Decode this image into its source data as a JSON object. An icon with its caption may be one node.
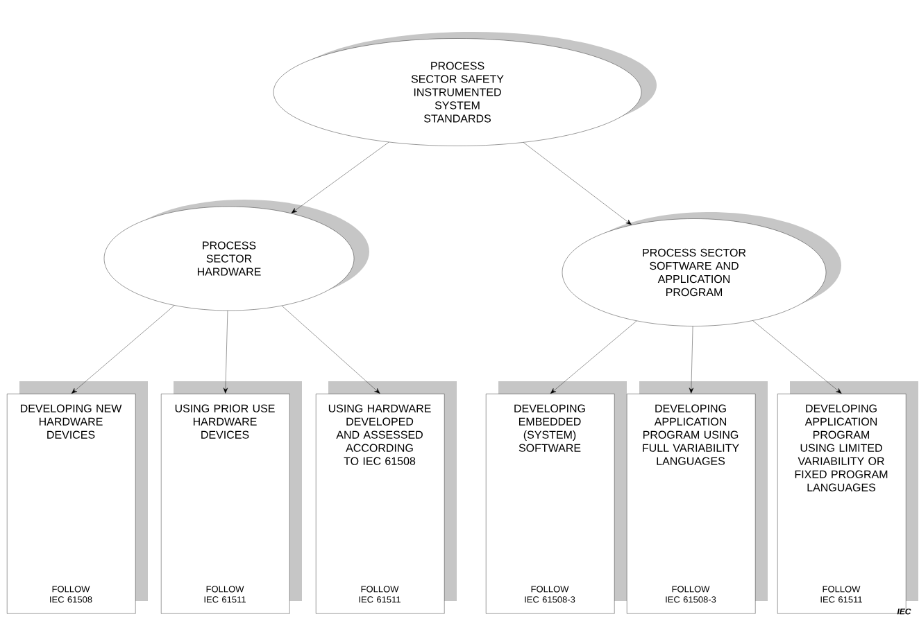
{
  "diagram": {
    "nodes": [
      {
        "text": [
          "PROCESS SECTOR SAFETY INSTRUMENTED SYSTEM STANDARDS"
        ]
      },
      {
        "text": [
          "PROCESS SECTOR HARDWARE"
        ]
      },
      {
        "text": [
          "PROCESS SECTOR SOFTWARE AND APPLICATION PROGRAM"
        ]
      },
      {
        "text": [
          "DEVELOPING NEW HARDWARE DEVICES",
          "FOLLOW IEC 61508"
        ]
      },
      {
        "text": [
          "USING PRIOR USE HARDWARE DEVICES",
          "FOLLOW IEC 61511"
        ]
      },
      {
        "text": [
          "USING HARDWARE DEVELOPED AND ASSESSED ACCORDING TO IEC 61508",
          "FOLLOW IEC 61511"
        ]
      },
      {
        "text": [
          "DEVELOPING EMBEDDED (SYSTEM) SOFTWARE",
          "FOLLOW IEC 61508-3"
        ]
      },
      {
        "text": [
          "DEVELOPING APPLICATION PROGRAM USING FULL VARIABILITY LANGUAGES",
          "FOLLOW IEC 61508-3"
        ]
      },
      {
        "text": [
          "DEVELOPING APPLICATION PROGRAM USING LIMITED VARIABILITY OR FIXED PROGRAM LANGUAGES",
          "FOLLOW IEC 61511"
        ]
      }
    ],
    "edges": [
      {
        "from": 0,
        "to": 1,
        "arrow": "to"
      },
      {
        "from": 0,
        "to": 2,
        "arrow": "to"
      },
      {
        "from": 1,
        "to": 3,
        "arrow": "to"
      },
      {
        "from": 1,
        "to": 4,
        "arrow": "to"
      },
      {
        "from": 1,
        "to": 5,
        "arrow": "to"
      },
      {
        "from": 2,
        "to": 6,
        "arrow": "to"
      },
      {
        "from": 2,
        "to": 7,
        "arrow": "to"
      },
      {
        "from": 2,
        "to": 8,
        "arrow": "to"
      }
    ],
    "labels": [
      "IEC"
    ]
  }
}
